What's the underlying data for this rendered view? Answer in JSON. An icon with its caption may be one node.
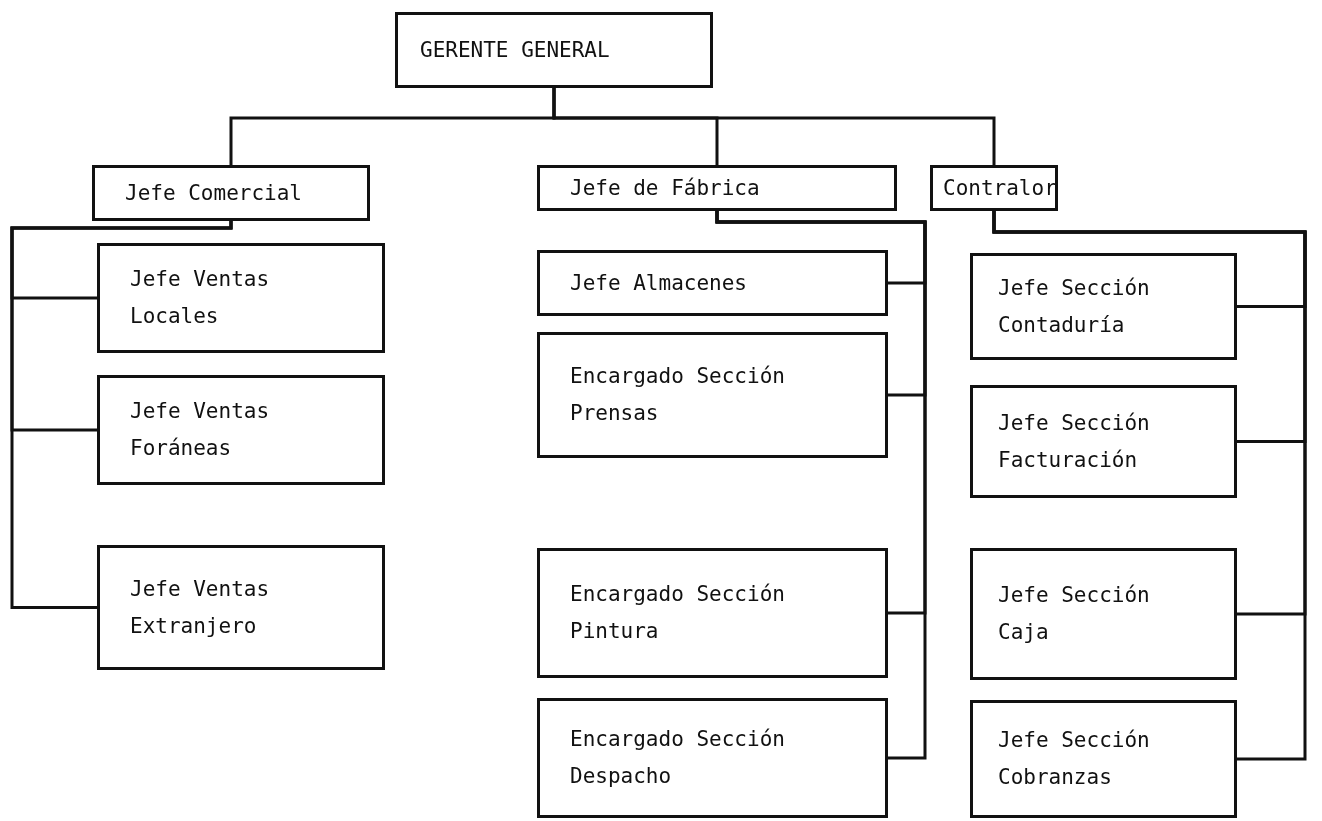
{
  "diagram": {
    "nodes": [
      {
        "text": [
          "GERENTE GENERAL"
        ]
      },
      {
        "text": [
          "Jefe Comercial"
        ]
      },
      {
        "text": [
          "Jefe de Fábrica"
        ]
      },
      {
        "text": [
          "Contralor"
        ]
      },
      {
        "text": [
          "Jefe Ventas Locales"
        ]
      },
      {
        "text": [
          "Jefe Ventas Foráneas"
        ]
      },
      {
        "text": [
          "Jefe Ventas Extranjero"
        ]
      },
      {
        "text": [
          "Jefe Almacenes"
        ]
      },
      {
        "text": [
          "Encargado Sección Prensas"
        ]
      },
      {
        "text": [
          "Encargado Sección Pintura"
        ]
      },
      {
        "text": [
          "Encargado Sección Despacho"
        ]
      },
      {
        "text": [
          "Jefe Sección Contaduría"
        ]
      },
      {
        "text": [
          "Jefe Sección Facturación"
        ]
      },
      {
        "text": [
          "Jefe Sección Caja"
        ]
      },
      {
        "text": [
          "Jefe Sección Cobranzas"
        ]
      }
    ],
    "edges": [
      {
        "from": 0,
        "to": 1,
        "arrow": "none"
      },
      {
        "from": 0,
        "to": 2,
        "arrow": "none"
      },
      {
        "from": 0,
        "to": 3,
        "arrow": "none"
      },
      {
        "from": 1,
        "to": 4,
        "arrow": "none"
      },
      {
        "from": 1,
        "to": 5,
        "arrow": "none"
      },
      {
        "from": 1,
        "to": 6,
        "arrow": "none"
      },
      {
        "from": 2,
        "to": 7,
        "arrow": "none"
      },
      {
        "from": 2,
        "to": 8,
        "arrow": "none"
      },
      {
        "from": 2,
        "to": 9,
        "arrow": "none"
      },
      {
        "from": 2,
        "to": 10,
        "arrow": "none"
      },
      {
        "from": 3,
        "to": 11,
        "arrow": "none"
      },
      {
        "from": 3,
        "to": 12,
        "arrow": "none"
      },
      {
        "from": 3,
        "to": 13,
        "arrow": "none"
      },
      {
        "from": 3,
        "to": 14,
        "arrow": "none"
      }
    ]
  }
}
